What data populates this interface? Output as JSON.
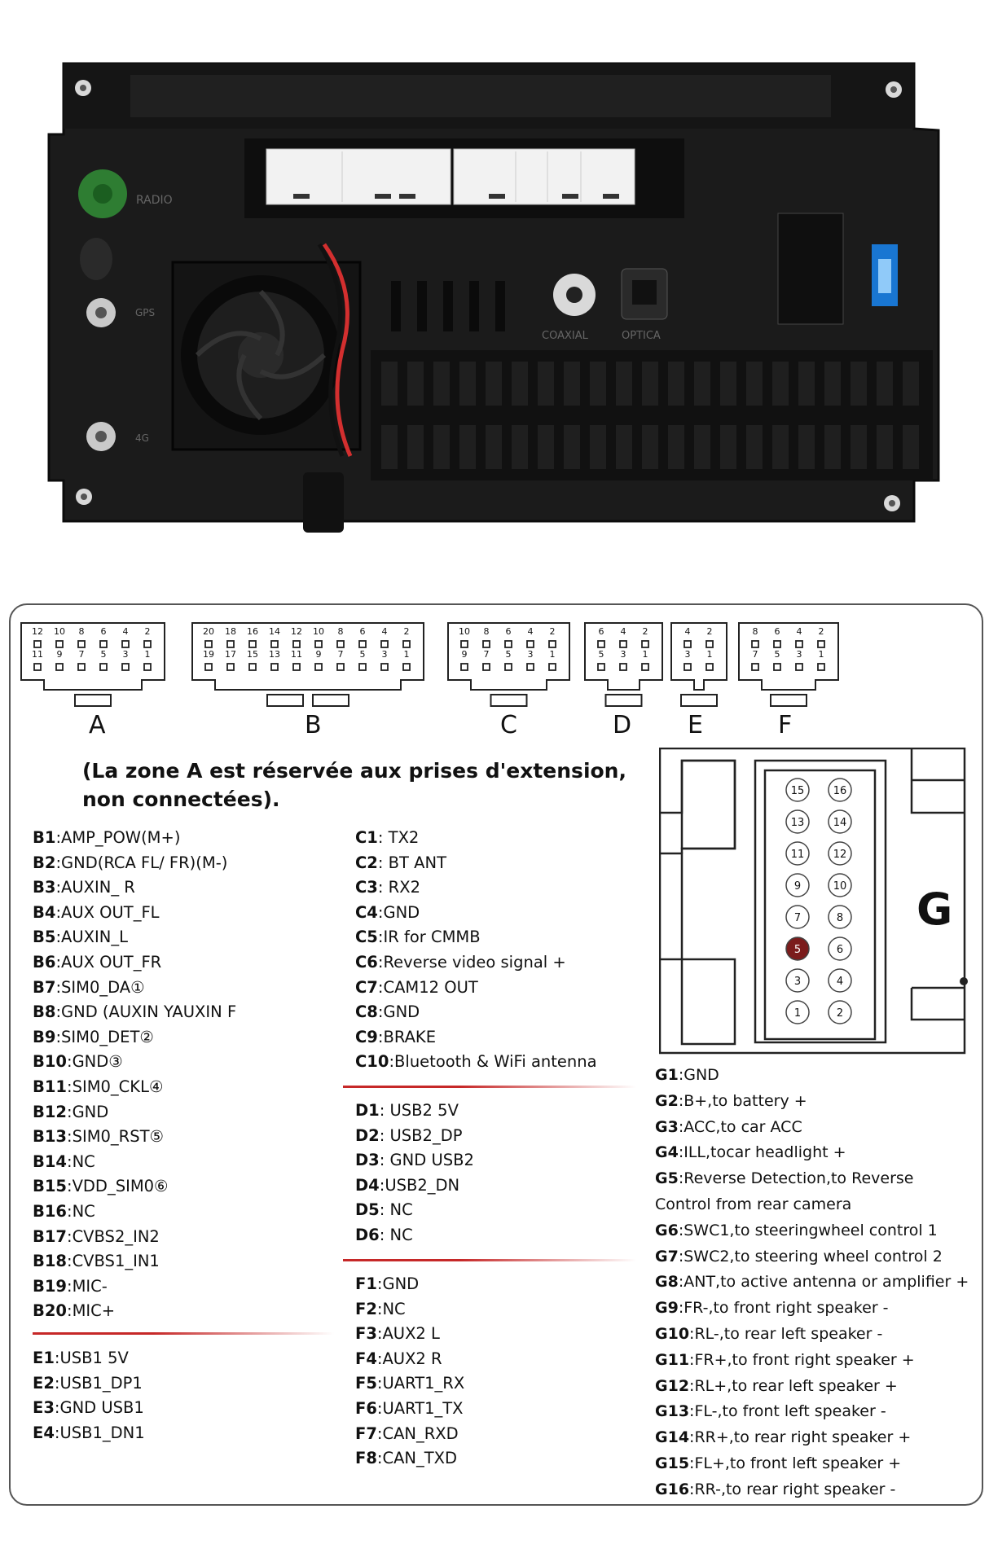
{
  "photo": {
    "labels": {
      "radio": "RADIO",
      "coaxial": "COAXIAL",
      "optical": "OPTICA",
      "gps": "GPS",
      "fourg": "4G"
    }
  },
  "connectors": [
    {
      "letter": "A",
      "top_pins": [
        "12",
        "10",
        "8",
        "6",
        "4",
        "2"
      ],
      "bottom_pins": [
        "11",
        "9",
        "7",
        "5",
        "3",
        "1"
      ]
    },
    {
      "letter": "B",
      "top_pins": [
        "20",
        "18",
        "16",
        "14",
        "12",
        "10",
        "8",
        "6",
        "4",
        "2"
      ],
      "bottom_pins": [
        "19",
        "17",
        "15",
        "13",
        "11",
        "9",
        "7",
        "5",
        "3",
        "1"
      ]
    },
    {
      "letter": "C",
      "top_pins": [
        "10",
        "8",
        "6",
        "4",
        "2"
      ],
      "bottom_pins": [
        "9",
        "7",
        "5",
        "3",
        "1"
      ]
    },
    {
      "letter": "D",
      "top_pins": [
        "6",
        "4",
        "2"
      ],
      "bottom_pins": [
        "5",
        "3",
        "1"
      ]
    },
    {
      "letter": "E",
      "top_pins": [
        "4",
        "2"
      ],
      "bottom_pins": [
        "3",
        "1"
      ]
    },
    {
      "letter": "F",
      "top_pins": [
        "8",
        "6",
        "4",
        "2"
      ],
      "bottom_pins": [
        "7",
        "5",
        "3",
        "1"
      ]
    }
  ],
  "note": {
    "line1": "(La zone A est réservée aux prises d'extension,",
    "line2": "non connectées)."
  },
  "pins_b": [
    {
      "code": "B1",
      "text": ":AMP_POW(M+)"
    },
    {
      "code": "B2",
      "text": ":GND(RCA FL/ FR)(M-)"
    },
    {
      "code": "B3",
      "text": ":AUXIN_ R"
    },
    {
      "code": "B4",
      "text": ":AUX OUT_FL"
    },
    {
      "code": "B5",
      "text": ":AUXIN_L"
    },
    {
      "code": "B6",
      "text": ":AUX OUT_FR"
    },
    {
      "code": "B7",
      "text": ":SIM0_DA①"
    },
    {
      "code": "B8",
      "text": ":GND (AUXIN YAUXIN F"
    },
    {
      "code": "B9",
      "text": ":SIM0_DET②"
    },
    {
      "code": "B10",
      "text": ":GND③"
    },
    {
      "code": "B11",
      "text": ":SIM0_CKL④"
    },
    {
      "code": "B12",
      "text": ":GND"
    },
    {
      "code": "B13",
      "text": ":SIM0_RST⑤"
    },
    {
      "code": "B14",
      "text": ":NC"
    },
    {
      "code": "B15",
      "text": ":VDD_SIM0⑥"
    },
    {
      "code": "B16",
      "text": ":NC"
    },
    {
      "code": "B17",
      "text": ":CVBS2_IN2"
    },
    {
      "code": "B18",
      "text": ":CVBS1_IN1"
    },
    {
      "code": "B19",
      "text": ":MIC-"
    },
    {
      "code": "B20",
      "text": ":MIC+"
    }
  ],
  "pins_c": [
    {
      "code": "C1",
      "text": ": TX2"
    },
    {
      "code": "C2",
      "text": ": BT ANT"
    },
    {
      "code": "C3",
      "text": ": RX2"
    },
    {
      "code": "C4",
      "text": ":GND"
    },
    {
      "code": "C5",
      "text": ":IR for CMMB"
    },
    {
      "code": "C6",
      "text": ":Reverse video signal +"
    },
    {
      "code": "C7",
      "text": ":CAM12 OUT"
    },
    {
      "code": "C8",
      "text": ":GND"
    },
    {
      "code": "C9",
      "text": ":BRAKE"
    },
    {
      "code": "C10",
      "text": ":Bluetooth & WiFi antenna"
    }
  ],
  "pins_d": [
    {
      "code": "D1",
      "text": ": USB2 5V"
    },
    {
      "code": "D2",
      "text": ": USB2_DP"
    },
    {
      "code": "D3",
      "text": ": GND USB2"
    },
    {
      "code": "D4",
      "text": ":USB2_DN"
    },
    {
      "code": "D5",
      "text": ": NC"
    },
    {
      "code": "D6",
      "text": ": NC"
    }
  ],
  "pins_f": [
    {
      "code": "F1",
      "text": ":GND"
    },
    {
      "code": "F2",
      "text": ":NC"
    },
    {
      "code": "F3",
      "text": ":AUX2 L"
    },
    {
      "code": "F4",
      "text": ":AUX2 R"
    },
    {
      "code": "F5",
      "text": ":UART1_RX"
    },
    {
      "code": "F6",
      "text": ":UART1_TX"
    },
    {
      "code": "F7",
      "text": ":CAN_RXD"
    },
    {
      "code": "F8",
      "text": ":CAN_TXD"
    }
  ],
  "pins_e": [
    {
      "code": "E1",
      "text": ":USB1 5V"
    },
    {
      "code": "E2",
      "text": ":USB1_DP1"
    },
    {
      "code": "E3",
      "text": ":GND USB1"
    },
    {
      "code": "E4",
      "text": ":USB1_DN1"
    }
  ],
  "g_connector": {
    "letter": "G",
    "pin_numbers": [
      "15",
      "16",
      "13",
      "14",
      "11",
      "12",
      "9",
      "10",
      "7",
      "8",
      "5",
      "6",
      "3",
      "4",
      "1",
      "2"
    ],
    "highlight_pin": "5",
    "highlight_color": "#7b1c1c"
  },
  "pins_g": [
    {
      "code": "G1",
      "text": ":GND"
    },
    {
      "code": "G2",
      "text": ":B+,to battery +"
    },
    {
      "code": "G3",
      "text": ":ACC,to car ACC"
    },
    {
      "code": "G4",
      "text": ":ILL,tocar headlight +"
    },
    {
      "code": "G5",
      "text": ":Reverse Detection,to Reverse"
    },
    {
      "code": "",
      "text": "Control from rear camera"
    },
    {
      "code": "G6",
      "text": ":SWC1,to steeringwheel control 1"
    },
    {
      "code": "G7",
      "text": ":SWC2,to steering wheel control 2"
    },
    {
      "code": "G8",
      "text": ":ANT,to active antenna or amplifier +"
    },
    {
      "code": "G9",
      "text": ":FR-,to front right speaker -"
    },
    {
      "code": "G10",
      "text": ":RL-,to rear left speaker -"
    },
    {
      "code": "G11",
      "text": ":FR+,to front right speaker +"
    },
    {
      "code": "G12",
      "text": ":RL+,to rear left speaker +"
    },
    {
      "code": "G13",
      "text": ":FL-,to front left speaker -"
    },
    {
      "code": "G14",
      "text": ":RR+,to rear right speaker +"
    },
    {
      "code": "G15",
      "text": ":FL+,to front left speaker +"
    },
    {
      "code": "G16",
      "text": ":RR-,to rear right speaker -"
    }
  ],
  "colors": {
    "divider": "#c62828",
    "unit_body": "#1d1d1d",
    "green_port": "#2e7d32",
    "fan_wire": "#d32f2f"
  }
}
